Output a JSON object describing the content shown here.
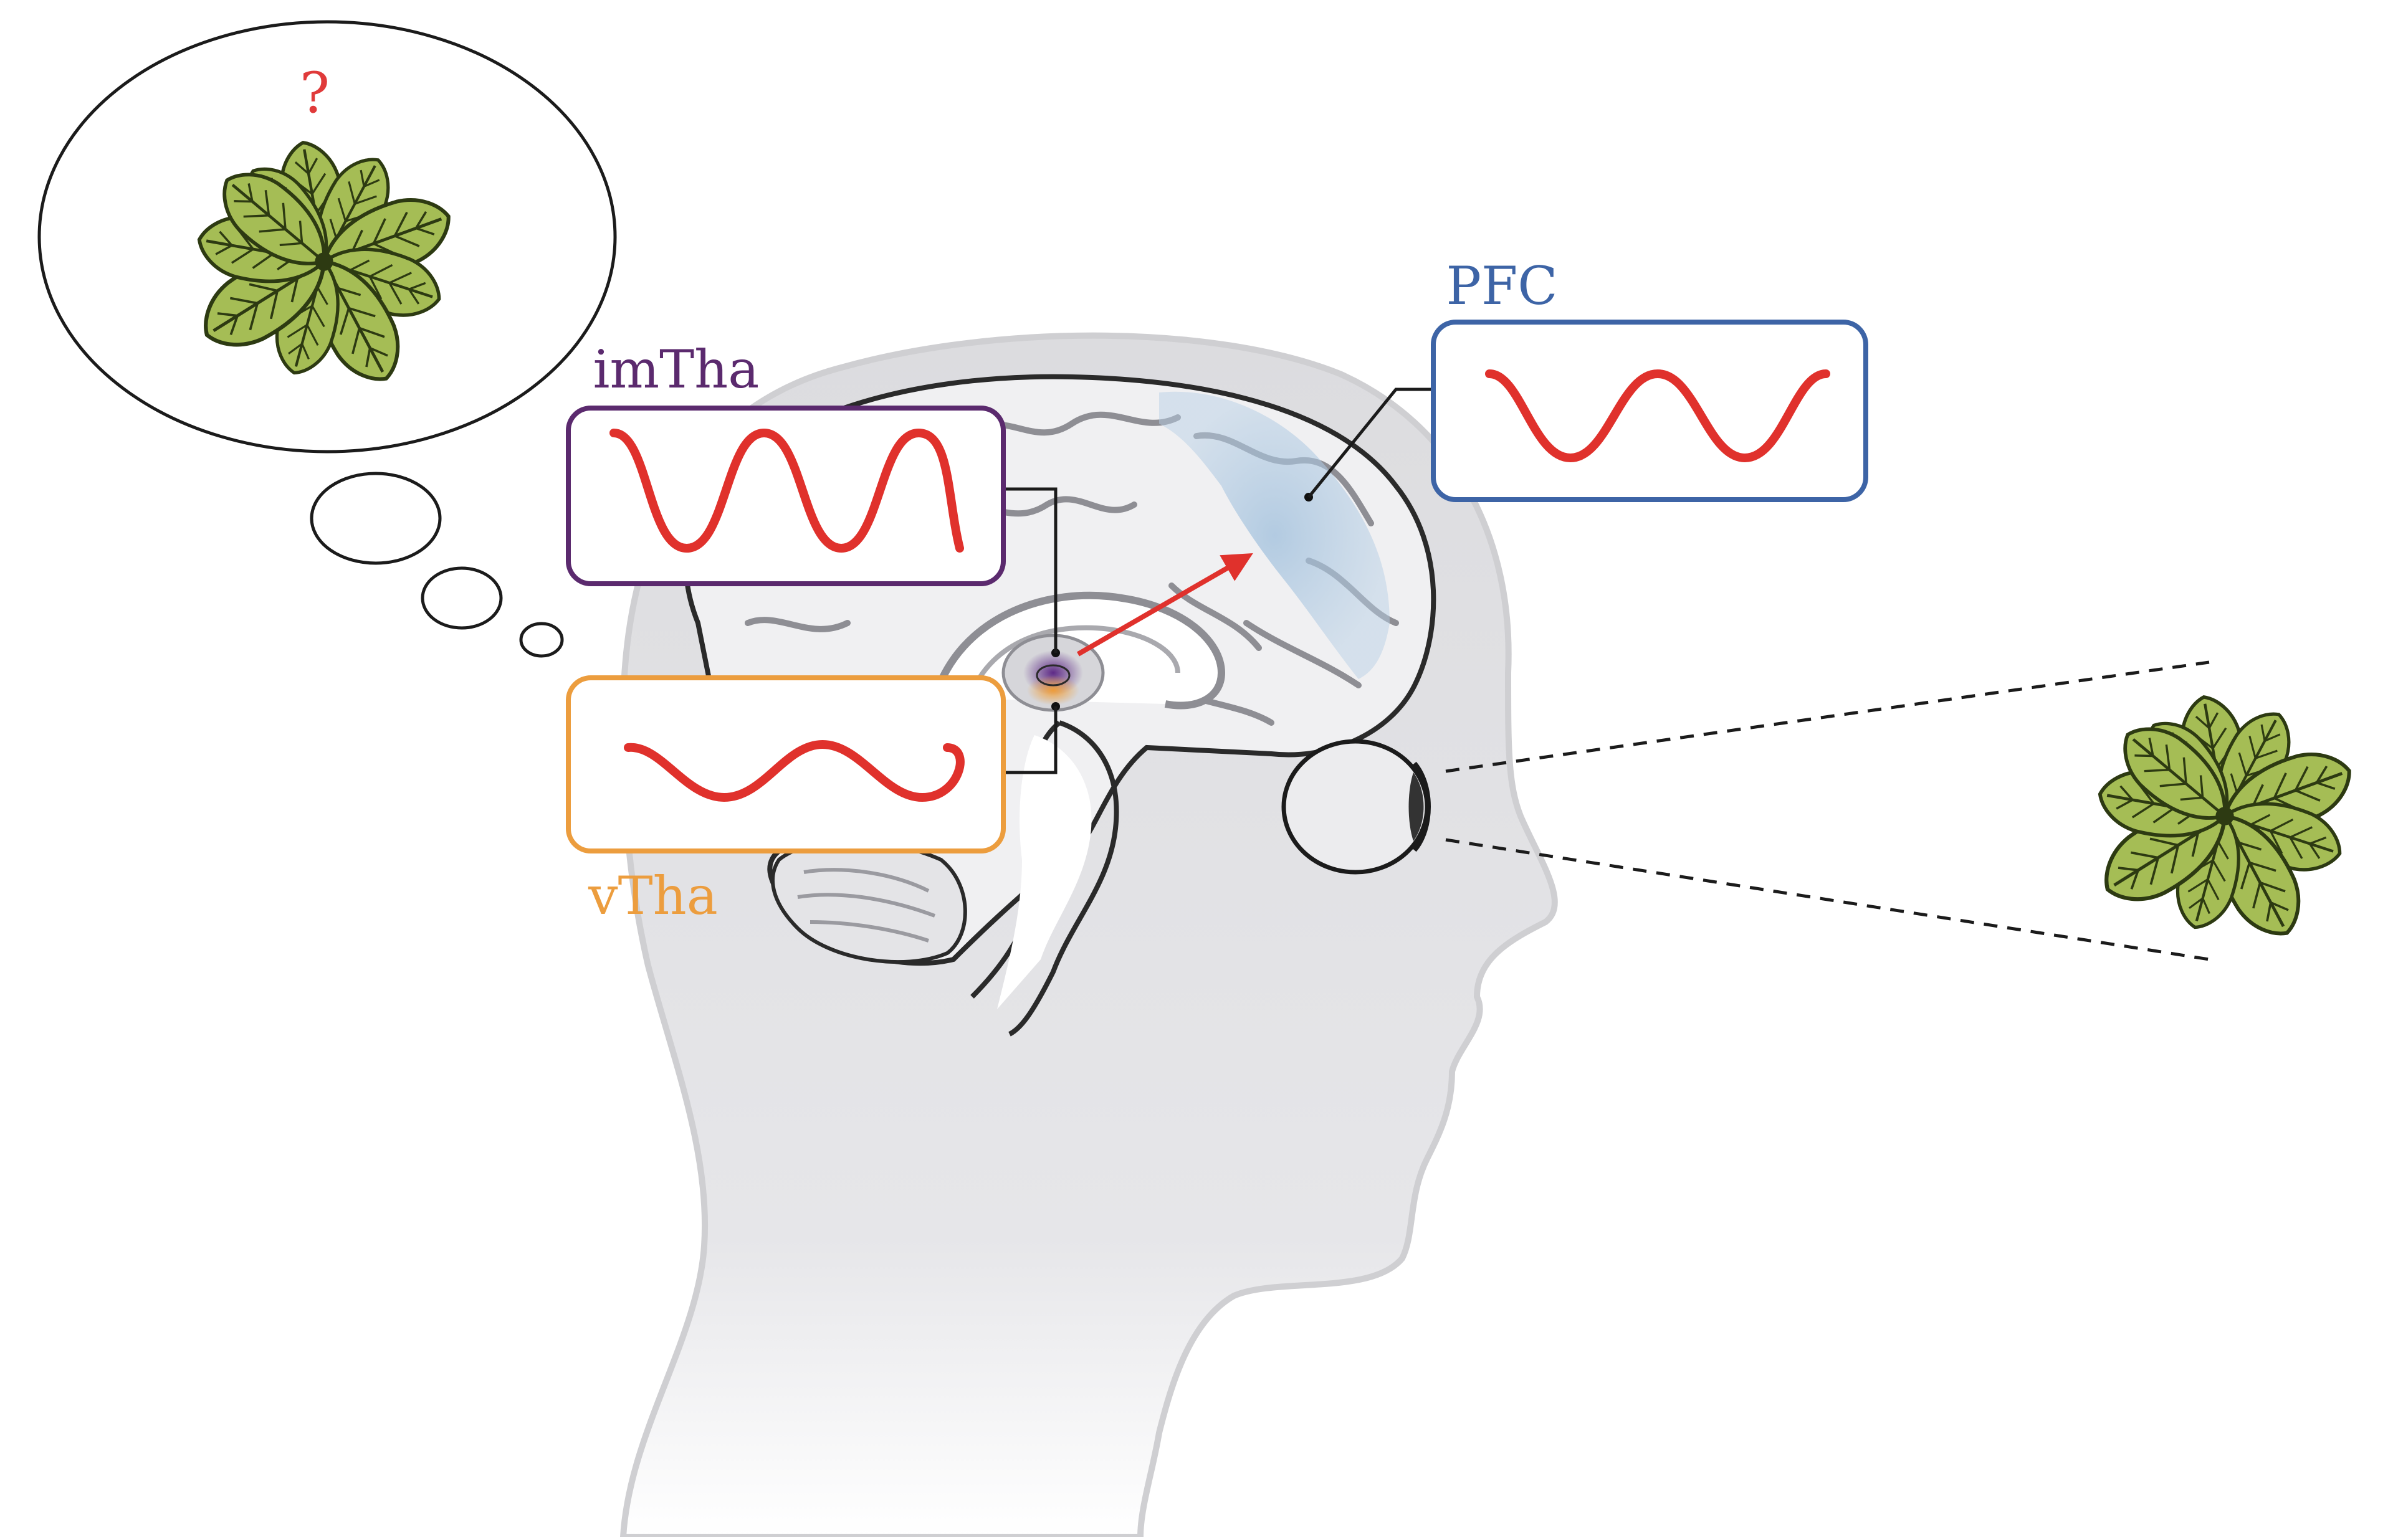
{
  "labels": {
    "question": "?",
    "imtha": "imTha",
    "vtha": "vTha",
    "pfc": "PFC"
  },
  "colors": {
    "imtha": "#5b2a6e",
    "vtha": "#ec9d3e",
    "pfc": "#3d64a6",
    "wave": "#e0312c",
    "question": "#e03a3a",
    "pfc_region": "#a9c7e0",
    "head": "#e3e3e6",
    "leaf": "#a5bd55"
  },
  "icons": {
    "thought": "thought-bubble-icon",
    "plant": "plant-rosette-icon",
    "eye": "eye-icon",
    "brain": "brain-sagittal-icon"
  }
}
